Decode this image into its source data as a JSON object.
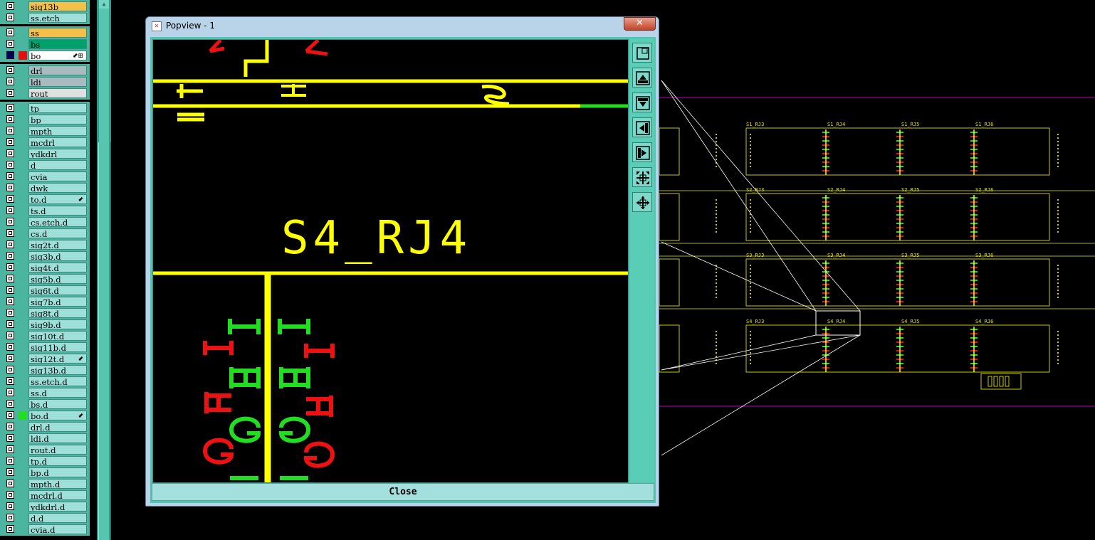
{
  "layers": {
    "groups": [
      {
        "items": [
          {
            "label": "sig13b",
            "swatch": null,
            "name_bg": "#f5c04a"
          },
          {
            "label": "ss.etch",
            "swatch": null,
            "name_bg": null
          }
        ]
      },
      {
        "items": [
          {
            "label": "ss",
            "swatch": null,
            "name_bg": "#f5c04a"
          },
          {
            "label": "bs",
            "swatch": null,
            "name_bg": "#00a06a"
          },
          {
            "label": "bo",
            "swatch": "#e01010",
            "name_bg": "#ffffff",
            "active": true,
            "mark": "⬋⊞"
          }
        ]
      },
      {
        "items": [
          {
            "label": "drl",
            "swatch": null,
            "name_bg": "#a8bcc0"
          },
          {
            "label": "ldi",
            "swatch": null,
            "name_bg": "#a8bcc0"
          },
          {
            "label": "rout",
            "swatch": null,
            "name_bg": "#e0e0e0"
          }
        ]
      },
      {
        "items": [
          {
            "label": "tp"
          },
          {
            "label": "bp"
          },
          {
            "label": "mpth"
          },
          {
            "label": "mcdrl"
          },
          {
            "label": "ydkdrl"
          },
          {
            "label": "d"
          },
          {
            "label": "cvia"
          },
          {
            "label": "dwk"
          },
          {
            "label": "to.d",
            "mark": "⬋"
          },
          {
            "label": "ts.d"
          },
          {
            "label": "cs.etch.d"
          },
          {
            "label": "cs.d"
          },
          {
            "label": "sig2t.d"
          },
          {
            "label": "sig3b.d"
          },
          {
            "label": "sig4t.d"
          },
          {
            "label": "sig5b.d"
          },
          {
            "label": "sig6t.d"
          },
          {
            "label": "sig7b.d"
          },
          {
            "label": "sig8t.d"
          },
          {
            "label": "sig9b.d"
          },
          {
            "label": "sig10t.d"
          },
          {
            "label": "sig11b.d"
          },
          {
            "label": "sig12t.d",
            "mark": "⬋"
          },
          {
            "label": "sig13b.d"
          },
          {
            "label": "ss.etch.d"
          },
          {
            "label": "ss.d"
          },
          {
            "label": "bs.d"
          },
          {
            "label": "bo.d",
            "swatch": "#22dd22",
            "mark": "⬋"
          },
          {
            "label": "drl.d"
          },
          {
            "label": "ldi.d"
          },
          {
            "label": "rout.d"
          },
          {
            "label": "tp.d"
          },
          {
            "label": "bp.d"
          },
          {
            "label": "mpth.d"
          },
          {
            "label": "mcdrl.d"
          },
          {
            "label": "ydkdrl.d"
          },
          {
            "label": "d.d"
          },
          {
            "label": "cvia.d"
          }
        ]
      }
    ]
  },
  "popview": {
    "title": "Popview - 1",
    "close_x": "✕",
    "close_label": "Close",
    "zoom_label": "S4_RJ4",
    "tools": [
      "zoom-fit-icon",
      "pan-up-icon",
      "pan-down-icon",
      "pan-left-icon",
      "pan-right-icon",
      "zoom-in-icon",
      "zoom-out-icon"
    ]
  },
  "board": {
    "rows": [
      [
        "S1_RJ3",
        "S1_RJ4",
        "S1_RJ5",
        "S1_RJ6"
      ],
      [
        "S2_RJ3",
        "S2_RJ4",
        "S2_RJ5",
        "S2_RJ6"
      ],
      [
        "S3_RJ3",
        "S3_RJ4",
        "S3_RJ5",
        "S3_RJ6"
      ],
      [
        "S4_RJ3",
        "S4_RJ4",
        "S4_RJ5",
        "S4_RJ6"
      ]
    ]
  },
  "colors": {
    "panel_teal": "#4bb5a0",
    "trace_yellow": "#ffff00",
    "pad_green": "#22dd22",
    "pad_red": "#ee1111",
    "outline_magenta": "#c000c0"
  }
}
